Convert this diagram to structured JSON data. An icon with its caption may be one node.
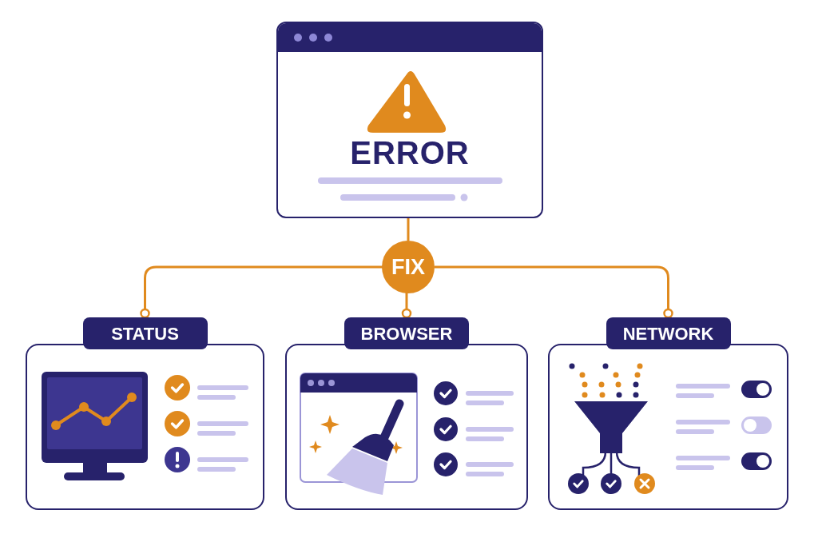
{
  "diagram": {
    "nodes": [
      {
        "text": [
          "ERROR"
        ]
      },
      {
        "text": [
          "FIX"
        ]
      },
      {
        "text": [
          "STATUS"
        ]
      },
      {
        "text": [
          "BROWSER"
        ]
      },
      {
        "text": [
          "NETWORK"
        ]
      }
    ],
    "edges": [
      {
        "from": 0,
        "to": 1,
        "arrow": "none"
      },
      {
        "from": 1,
        "to": 2,
        "arrow": "other"
      },
      {
        "from": 1,
        "to": 3,
        "arrow": "other"
      },
      {
        "from": 1,
        "to": 4,
        "arrow": "other"
      }
    ]
  }
}
